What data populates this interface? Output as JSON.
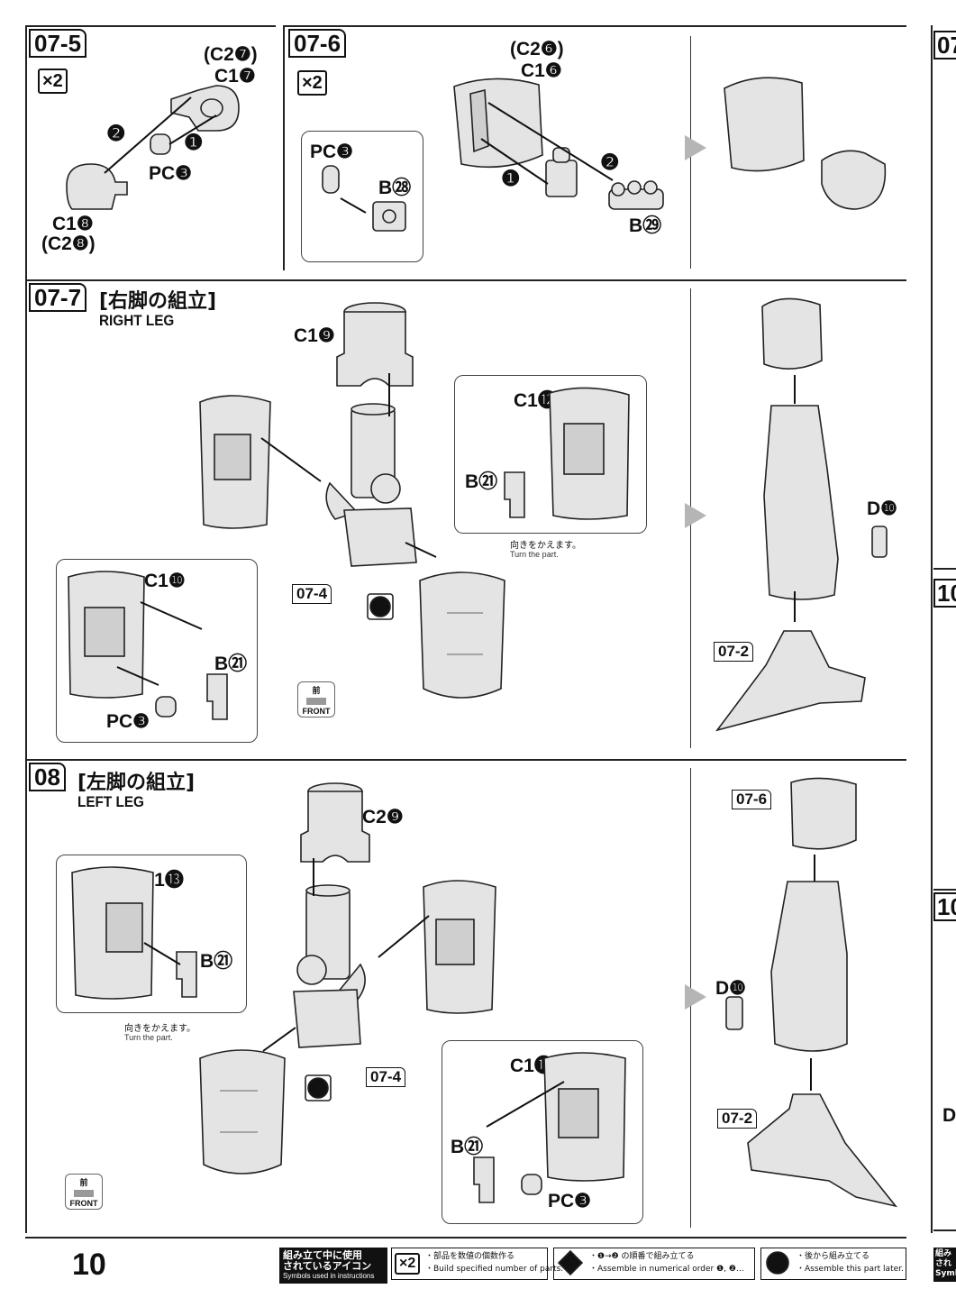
{
  "page_number": "10",
  "steps": [
    {
      "id": "s0705",
      "label": "07-5",
      "multiplier": "×2",
      "parts": [
        "(C2❼)",
        "C1❼",
        "❷",
        "❶",
        "PC❸",
        "C1❽",
        "(C2❽)"
      ]
    },
    {
      "id": "s0706",
      "label": "07-6",
      "multiplier": "×2",
      "parts": [
        "(C2❻)",
        "C1❻",
        "PC❸",
        "B㉘",
        "❶",
        "❷",
        "B㉙"
      ]
    },
    {
      "id": "s0707",
      "label": "07-7",
      "title_jp": "[右脚の組立]",
      "title_en": "RIGHT LEG",
      "parts": [
        "C1❾",
        "C1⓬",
        "B㉑",
        "C1❿",
        "B㉑",
        "PC❸",
        "D❿"
      ],
      "refs": [
        "07-4",
        "07-2"
      ],
      "note_jp": "向きをかえます。",
      "note_en": "Turn the part.",
      "front_jp": "前",
      "front_en": "FRONT"
    },
    {
      "id": "s08",
      "label": "08",
      "title_jp": "[左脚の組立]",
      "title_en": "LEFT LEG",
      "parts": [
        "C2❾",
        "C1⓭",
        "B㉑",
        "C1⓫",
        "B㉑",
        "PC❸",
        "D❿"
      ],
      "refs": [
        "07-4",
        "07-6",
        "07-2"
      ],
      "note_jp": "向きをかえます。",
      "note_en": "Turn the part.",
      "front_jp": "前",
      "front_en": "FRONT"
    }
  ],
  "footer": {
    "symbols_title_jp_1": "組み立て中に使用",
    "symbols_title_jp_2": "されているアイコン",
    "symbols_title_en": "Symbols used in instructions",
    "multiplier_jp": "・部品を数値の個数作る",
    "multiplier_en": "・Build specified number of parts.",
    "order_jp": "・❶→❷ の順番で組み立てる",
    "order_en": "・Assemble in numerical order ❶, ❷...",
    "later_jp": "・後から組み立てる",
    "later_en": "・Assemble this part later.",
    "cut_edge_jp": "組み\nされ\nSymb"
  },
  "right_edge_fragments": [
    "07",
    "10",
    "10",
    "D"
  ]
}
